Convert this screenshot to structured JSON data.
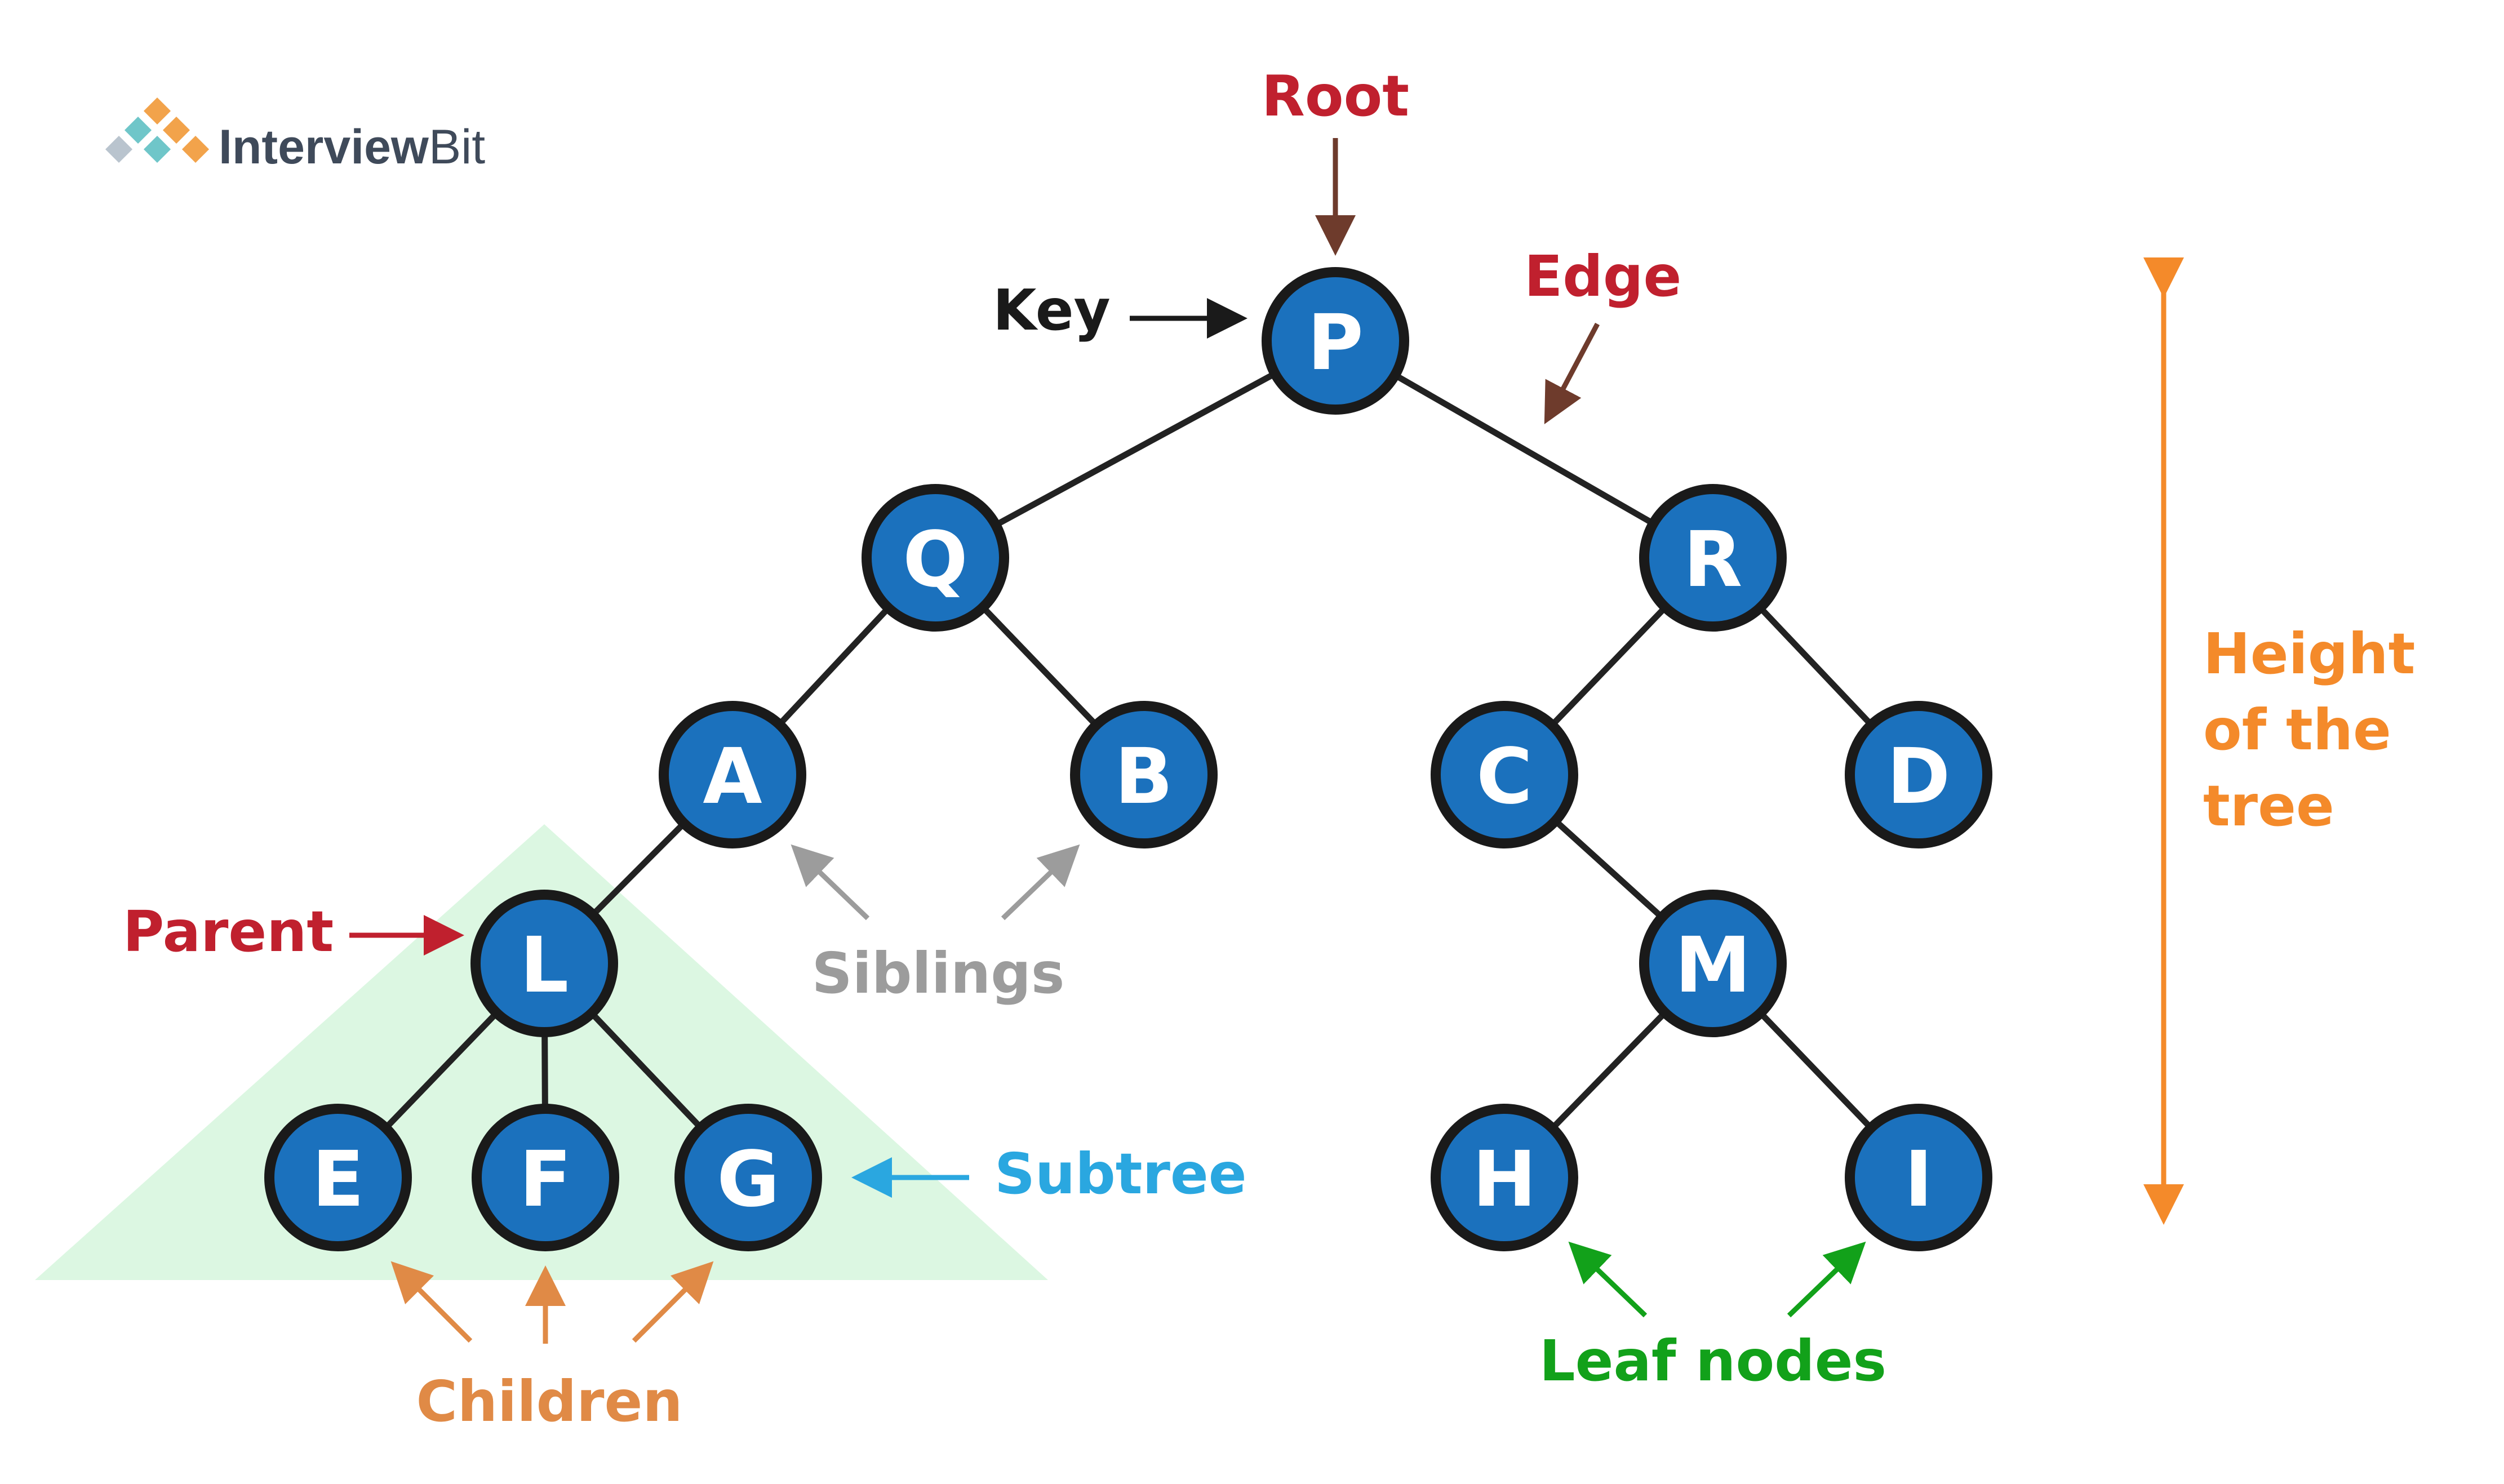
{
  "brand": {
    "name_part1": "Interview",
    "name_part2": "Bit"
  },
  "colors": {
    "node_fill": "#1b71bd",
    "node_stroke": "#1a1a1a",
    "edge": "#222222",
    "root_label": "#c0202e",
    "edge_label": "#c0202e",
    "parent_label": "#c0202e",
    "key_label": "#1a1a1a",
    "siblings_label": "#9c9c9c",
    "subtree_label": "#2aa7e0",
    "children_label": "#e08a46",
    "leaf_label": "#12a11a",
    "height_label": "#f48a2a",
    "subtree_fill": "#dcf7e2",
    "root_arrow": "#6e3b2c"
  },
  "labels": {
    "root": "Root",
    "key": "Key",
    "edge": "Edge",
    "parent": "Parent",
    "siblings": "Siblings",
    "subtree": "Subtree",
    "children": "Children",
    "leaf_nodes": "Leaf nodes",
    "height": [
      "Height",
      "of the",
      "tree"
    ]
  },
  "tree": {
    "nodes": [
      "P",
      "Q",
      "R",
      "A",
      "B",
      "C",
      "D",
      "L",
      "M",
      "E",
      "F",
      "G",
      "H",
      "I"
    ],
    "edges": [
      [
        "P",
        "Q"
      ],
      [
        "P",
        "R"
      ],
      [
        "Q",
        "A"
      ],
      [
        "Q",
        "B"
      ],
      [
        "R",
        "C"
      ],
      [
        "R",
        "D"
      ],
      [
        "A",
        "L"
      ],
      [
        "C",
        "M"
      ],
      [
        "L",
        "E"
      ],
      [
        "L",
        "F"
      ],
      [
        "L",
        "G"
      ],
      [
        "M",
        "H"
      ],
      [
        "M",
        "I"
      ]
    ]
  }
}
